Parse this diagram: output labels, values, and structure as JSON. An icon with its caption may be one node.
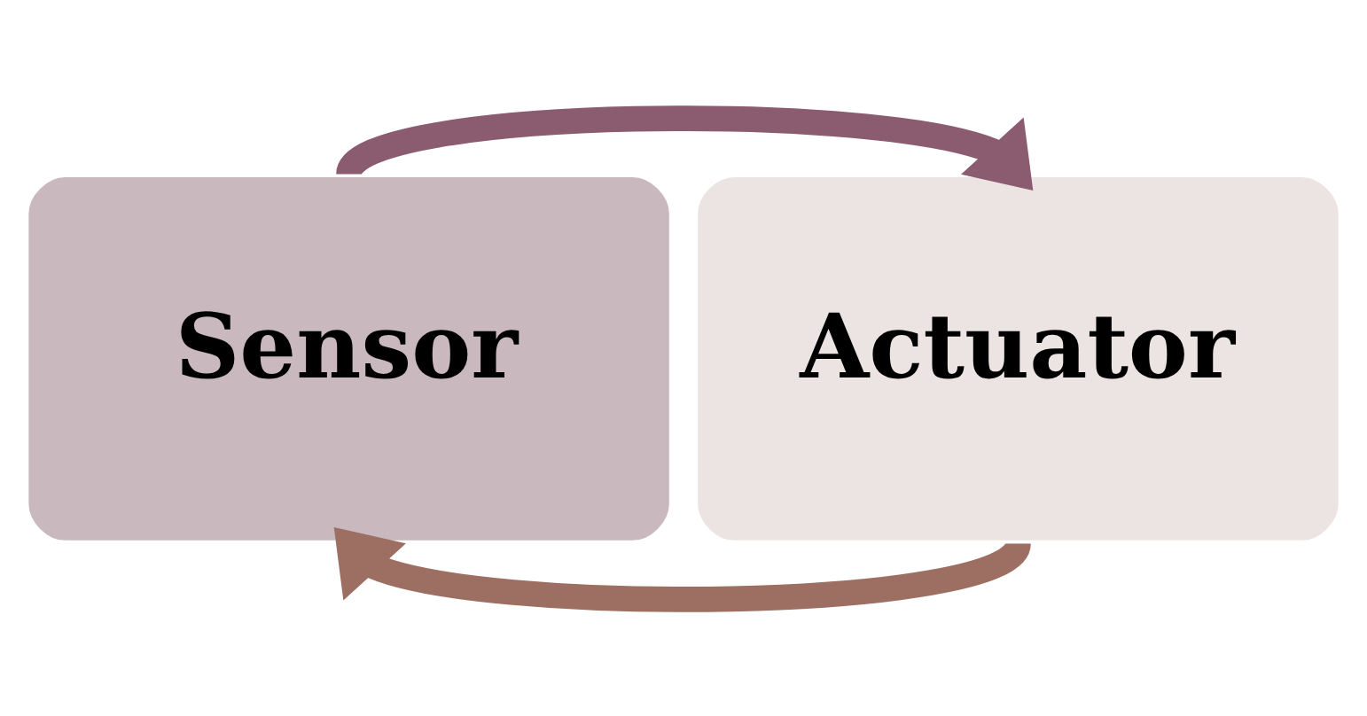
{
  "diagram": {
    "nodes": [
      {
        "text": [
          "Sensor"
        ]
      },
      {
        "text": [
          "Actuator"
        ]
      }
    ],
    "edges": [
      {
        "from": 0,
        "to": 1,
        "arrow": "to",
        "color": "#8b5b6f"
      },
      {
        "from": 1,
        "to": 0,
        "arrow": "to",
        "color": "#9c6f62"
      }
    ]
  }
}
